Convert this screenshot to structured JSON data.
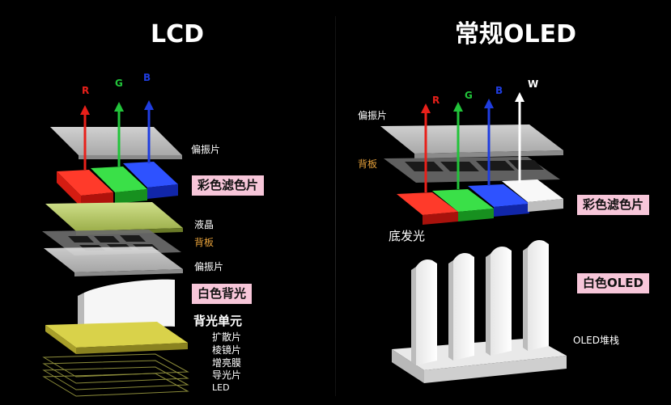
{
  "lcd": {
    "title": "LCD",
    "arrows": {
      "r": "R",
      "g": "G",
      "b": "B"
    },
    "labels": {
      "polarizer_top": "偏振片",
      "color_filter": "彩色滤色片",
      "liquid_crystal": "液晶",
      "backplane": "背板",
      "polarizer_bottom": "偏振片",
      "white_backlight": "白色背光",
      "backlight_unit": "背光单元",
      "diffuser": "扩散片",
      "prism": "棱镜片",
      "brightness": "增亮膜",
      "light_guide": "导光片",
      "led": "LED"
    }
  },
  "oled": {
    "title": "常规OLED",
    "arrows": {
      "r": "R",
      "g": "G",
      "b": "B",
      "w": "W"
    },
    "labels": {
      "polarizer": "偏振片",
      "backplane": "背板",
      "color_filter": "彩色滤色片",
      "bottom_emission": "底发光",
      "white_oled": "白色OLED",
      "oled_stack": "OLED堆栈"
    }
  },
  "colors": {
    "red": "#e8201a",
    "green": "#22c43a",
    "blue": "#1f3de0",
    "white": "#f4f4f4",
    "tag_pink": "#f7c6d9",
    "backplane_label": "#e8a23a"
  }
}
